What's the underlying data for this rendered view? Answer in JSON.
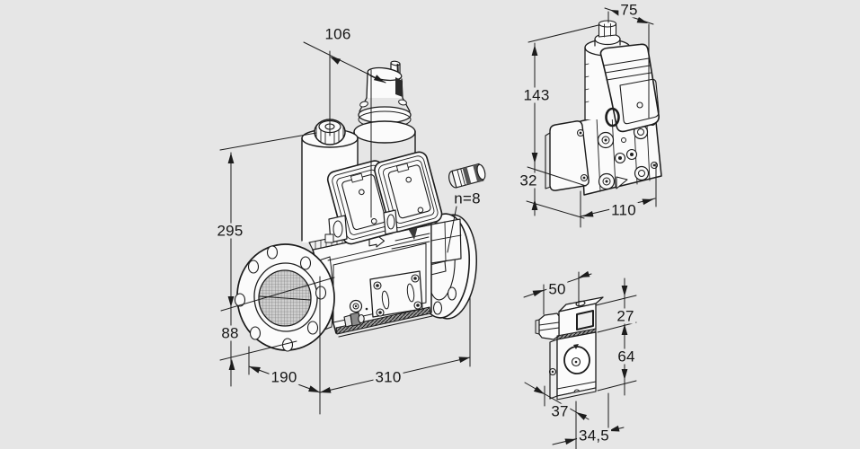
{
  "canvas": {
    "background": "#e6e6e6",
    "ink": "#1c1c1c",
    "part_fill": "#fbfbfb"
  },
  "views": {
    "main_isometric": {
      "label": "double-solenoid-valve-isometric-view",
      "dims": {
        "d106": "106",
        "d295": "295",
        "d88": "88",
        "d190": "190",
        "d310": "310",
        "flange_holes": "n=8"
      }
    },
    "side": {
      "label": "single-valve-side-view",
      "dims": {
        "d75": "75",
        "d143": "143",
        "d32": "32",
        "d110": "110"
      }
    },
    "pressure_switch": {
      "label": "pressure-switch-detail-view",
      "dims": {
        "d50": "50",
        "d27": "27",
        "d64": "64",
        "d37": "37",
        "d34_5": "34,5"
      }
    }
  }
}
